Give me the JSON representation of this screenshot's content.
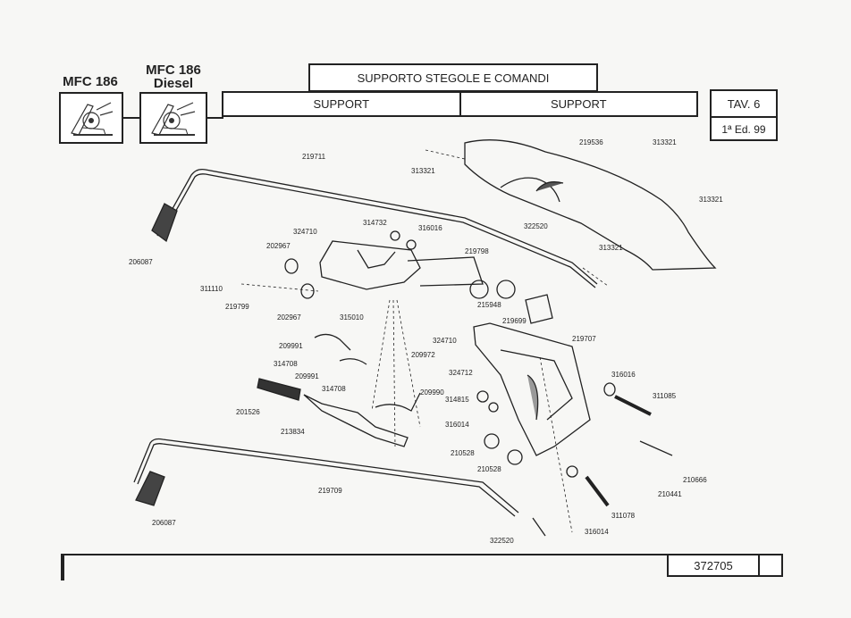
{
  "header": {
    "models": [
      {
        "line1": "MFC 186",
        "line2": ""
      },
      {
        "line1": "MFC 186",
        "line2": "Diesel"
      }
    ],
    "title": "SUPPORTO STEGOLE E COMANDI",
    "subtitle_left": "SUPPORT",
    "subtitle_right": "SUPPORT",
    "table_label": "TAV. 6",
    "edition": "1ª Ed. 99"
  },
  "footer": {
    "code": "372705"
  },
  "parts": [
    "219711",
    "206087",
    "313321",
    "219536",
    "313321",
    "313321",
    "322520",
    "313321",
    "324710",
    "314732",
    "316016",
    "219798",
    "202967",
    "311110",
    "219799",
    "202967",
    "315010",
    "215948",
    "219699",
    "324710",
    "209972",
    "209991",
    "314708",
    "209991",
    "314708",
    "219707",
    "316016",
    "311085",
    "324712",
    "314815",
    "316014",
    "209990",
    "201526",
    "213834",
    "210528",
    "210528",
    "210666",
    "210441",
    "219709",
    "206087",
    "311078",
    "322520",
    "316014"
  ]
}
